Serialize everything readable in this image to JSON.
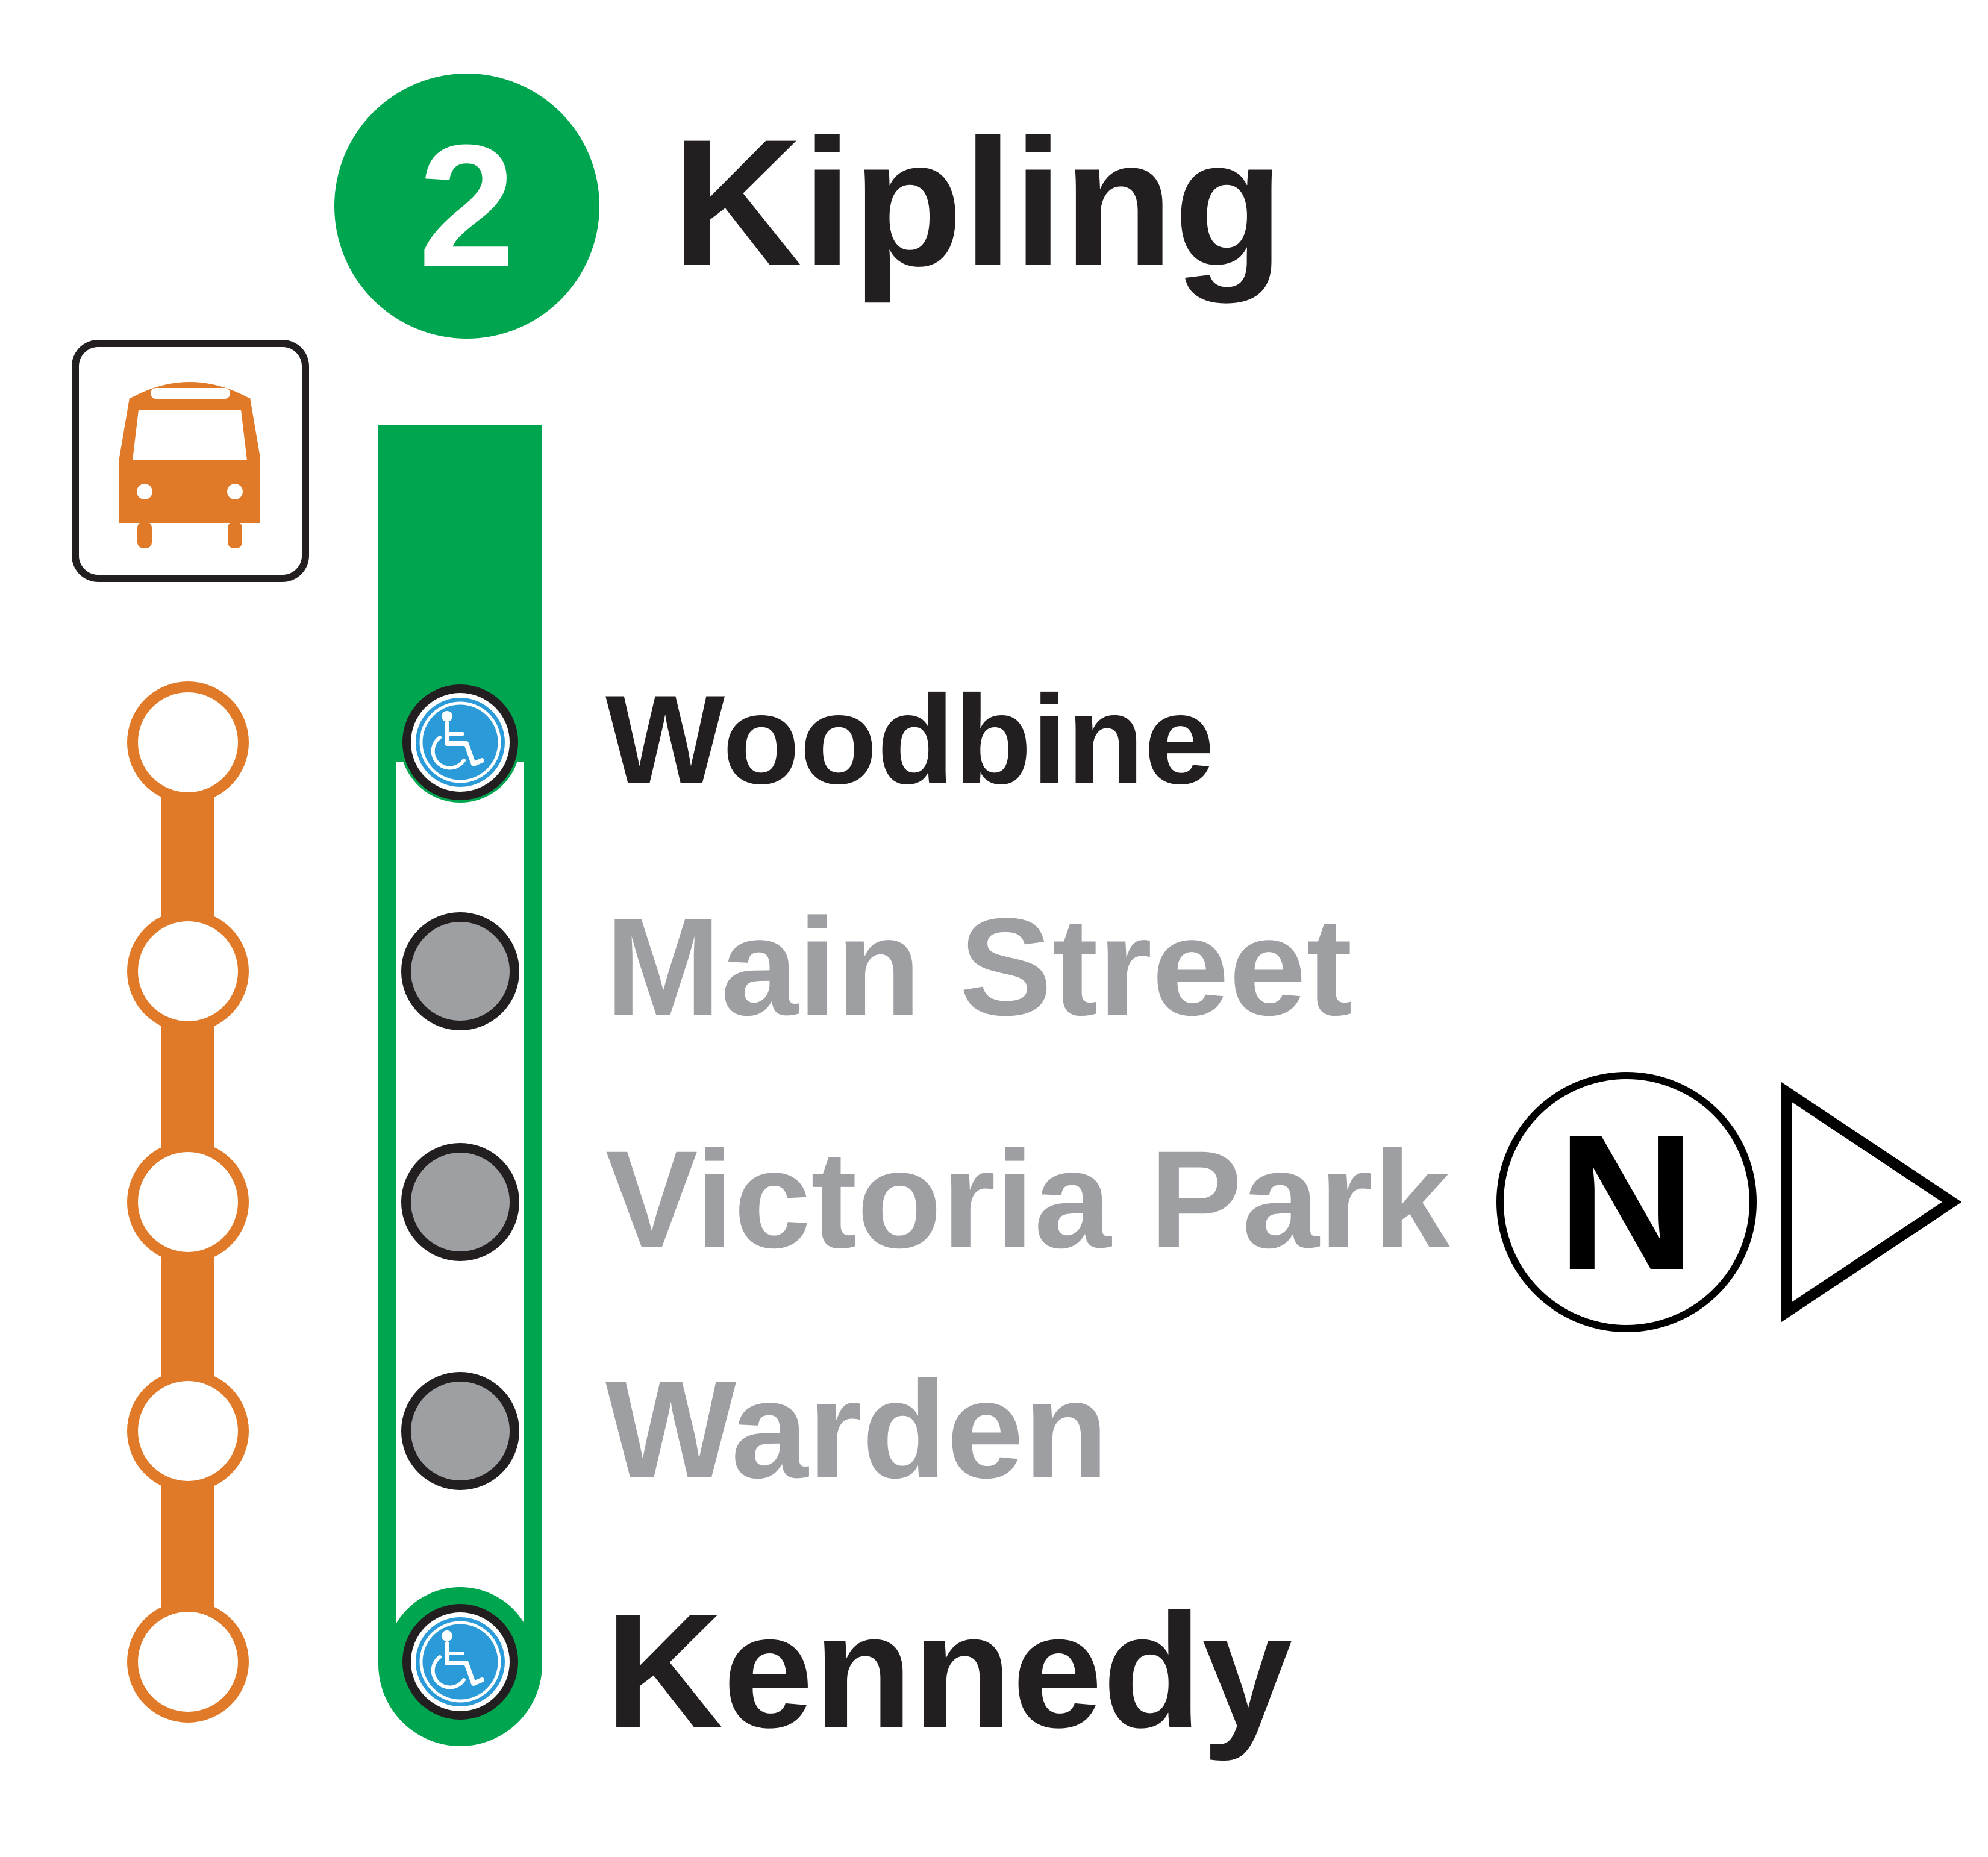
{
  "line": {
    "number": "2",
    "terminus": "Kipling",
    "line_color": "#00A54F"
  },
  "bus_line_color": "#E07A28",
  "stations": [
    {
      "name": "Woodbine",
      "status": "accessible",
      "text_color": "#231F20"
    },
    {
      "name": "Main Street",
      "status": "inaccessible",
      "text_color": "#9D9FA2"
    },
    {
      "name": "Victoria Park",
      "status": "inaccessible",
      "text_color": "#9D9FA2"
    },
    {
      "name": "Warden",
      "status": "inaccessible",
      "text_color": "#9D9FA2"
    },
    {
      "name": "Kennedy",
      "status": "accessible",
      "text_color": "#231F20"
    }
  ],
  "accessible_color": "#2A9BD8",
  "inaccessible_dot_color": "#9D9FA2",
  "icons": {
    "bus": "bus-icon",
    "wheelchair": "wheelchair-icon",
    "direction": "north-arrow-icon"
  },
  "direction": {
    "label": "N",
    "pointing": "right"
  }
}
